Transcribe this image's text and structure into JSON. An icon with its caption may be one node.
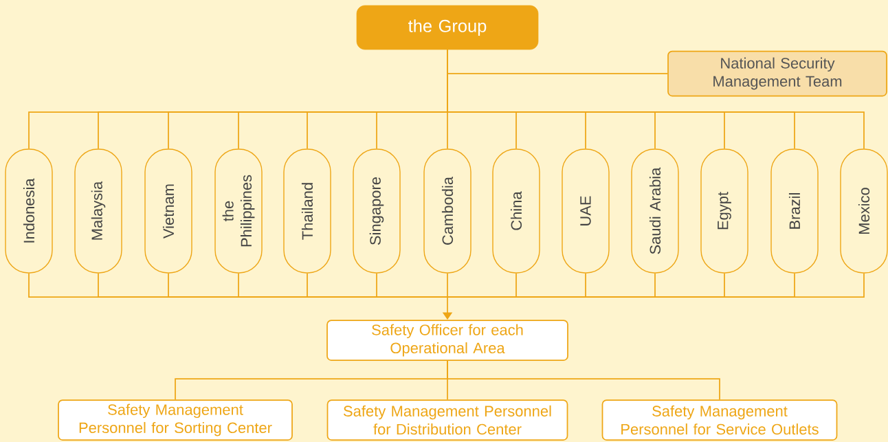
{
  "diagram": {
    "nodes": [
      {
        "text": [
          "the Group"
        ]
      },
      {
        "text": [
          "National Security Management Team"
        ]
      },
      {
        "text": [
          "Indonesia"
        ]
      },
      {
        "text": [
          "Malaysia"
        ]
      },
      {
        "text": [
          "Vietnam"
        ]
      },
      {
        "text": [
          "the Philippines"
        ]
      },
      {
        "text": [
          "Thailand"
        ]
      },
      {
        "text": [
          "Singapore"
        ]
      },
      {
        "text": [
          "Cambodia"
        ]
      },
      {
        "text": [
          "China"
        ]
      },
      {
        "text": [
          "UAE"
        ]
      },
      {
        "text": [
          "Saudi Arabia"
        ]
      },
      {
        "text": [
          "Egypt"
        ]
      },
      {
        "text": [
          "Brazil"
        ]
      },
      {
        "text": [
          "Mexico"
        ]
      },
      {
        "text": [
          "Safety Officer for each Operational Area"
        ]
      },
      {
        "text": [
          "Safety Management Personnel for Sorting Center"
        ]
      },
      {
        "text": [
          "Safety Management Personnel for Distribution Center"
        ]
      },
      {
        "text": [
          "Safety Management Personnel for Service Outlets"
        ]
      }
    ],
    "edges": [
      {
        "from": 0,
        "to": 1,
        "arrow": "none"
      },
      {
        "from": 0,
        "to": 2,
        "arrow": "none"
      },
      {
        "from": 0,
        "to": 3,
        "arrow": "none"
      },
      {
        "from": 0,
        "to": 4,
        "arrow": "none"
      },
      {
        "from": 0,
        "to": 5,
        "arrow": "none"
      },
      {
        "from": 0,
        "to": 6,
        "arrow": "none"
      },
      {
        "from": 0,
        "to": 7,
        "arrow": "none"
      },
      {
        "from": 0,
        "to": 8,
        "arrow": "none"
      },
      {
        "from": 0,
        "to": 9,
        "arrow": "none"
      },
      {
        "from": 0,
        "to": 10,
        "arrow": "none"
      },
      {
        "from": 0,
        "to": 11,
        "arrow": "none"
      },
      {
        "from": 0,
        "to": 12,
        "arrow": "none"
      },
      {
        "from": 0,
        "to": 13,
        "arrow": "none"
      },
      {
        "from": 0,
        "to": 14,
        "arrow": "none"
      },
      {
        "from": 2,
        "to": 15,
        "arrow": "to"
      },
      {
        "from": 3,
        "to": 15,
        "arrow": "to"
      },
      {
        "from": 4,
        "to": 15,
        "arrow": "to"
      },
      {
        "from": 5,
        "to": 15,
        "arrow": "to"
      },
      {
        "from": 6,
        "to": 15,
        "arrow": "to"
      },
      {
        "from": 7,
        "to": 15,
        "arrow": "to"
      },
      {
        "from": 8,
        "to": 15,
        "arrow": "to"
      },
      {
        "from": 9,
        "to": 15,
        "arrow": "to"
      },
      {
        "from": 10,
        "to": 15,
        "arrow": "to"
      },
      {
        "from": 11,
        "to": 15,
        "arrow": "to"
      },
      {
        "from": 12,
        "to": 15,
        "arrow": "to"
      },
      {
        "from": 13,
        "to": 15,
        "arrow": "to"
      },
      {
        "from": 14,
        "to": 15,
        "arrow": "to"
      },
      {
        "from": 15,
        "to": 16,
        "arrow": "none"
      },
      {
        "from": 15,
        "to": 17,
        "arrow": "none"
      },
      {
        "from": 15,
        "to": 18,
        "arrow": "none"
      }
    ]
  }
}
